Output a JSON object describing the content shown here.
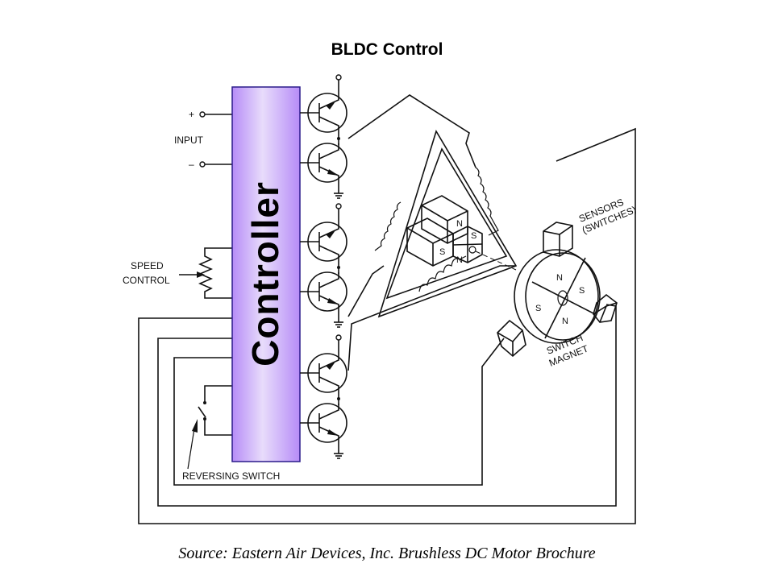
{
  "title": "BLDC Control",
  "caption": "Source:  Eastern Air Devices, Inc. Brushless DC Motor Brochure",
  "controller": {
    "label": "Controller",
    "fill_colors": [
      "#b68cf7",
      "#e8dcfb",
      "#b68cf7"
    ],
    "border_color": "#2a1a8a"
  },
  "labels": {
    "input": "INPUT",
    "input_plus": "+",
    "input_minus": "–",
    "speed_control_line1": "SPEED",
    "speed_control_line2": "CONTROL",
    "reversing_switch": "REVERSING SWITCH",
    "sensors_line1": "SENSORS",
    "sensors_line2": "(SWITCHES)",
    "switch_magnet_line1": "SWITCH",
    "switch_magnet_line2": "MAGNET"
  },
  "rotor_poles": [
    "N",
    "S",
    "S",
    "N"
  ],
  "switch_magnet_poles": [
    "N",
    "S",
    "S",
    "N"
  ],
  "transistor_pairs": 3
}
